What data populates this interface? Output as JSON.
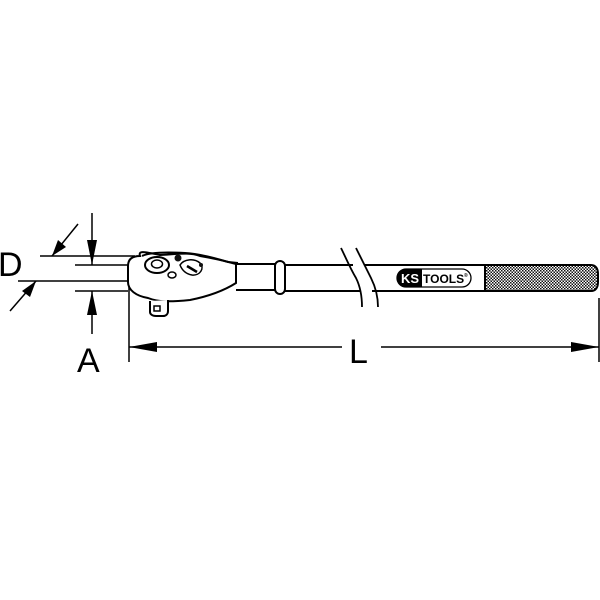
{
  "drawing": {
    "subject": "Ratchet wrench technical dimension drawing",
    "colors": {
      "line": "#000000",
      "background": "#ffffff"
    },
    "dimensions": {
      "D": {
        "label": "D"
      },
      "A": {
        "label": "A"
      },
      "L": {
        "label": "L"
      }
    },
    "logo": {
      "brand_left": "KS",
      "brand_right": "TOOLS",
      "registered": "®"
    }
  }
}
